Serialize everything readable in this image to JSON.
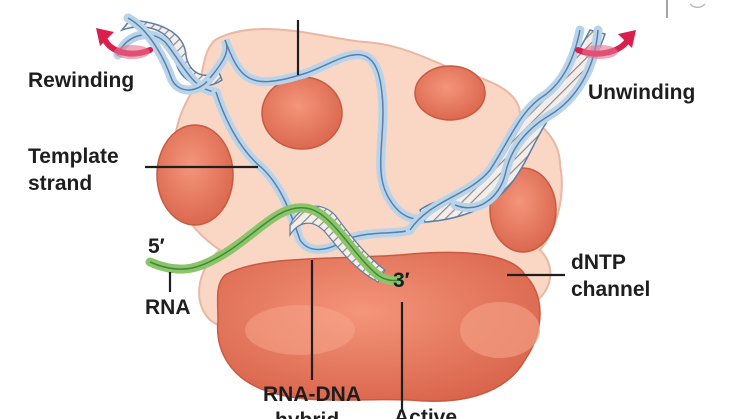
{
  "labels": {
    "rewinding": "Rewinding",
    "unwinding": "Unwinding",
    "template_strand": [
      "Template",
      "strand"
    ],
    "five_prime": "5′",
    "three_prime": "3′",
    "rna": "RNA",
    "dntp_channel": [
      "dNTP",
      "channel"
    ],
    "rna_dna_hybrid": [
      "RNA-DNA",
      "hybrid"
    ],
    "active_site": "Active"
  },
  "colors": {
    "enzyme_body": "#f9d3c1",
    "enzyme_outline": "#e3a590",
    "lobe": "#ee8266",
    "lobe_dark": "#d8624a",
    "dna_backbone": "#b8d4ea",
    "dna_outline": "#5b7fa6",
    "rna_strand": "#8cc46a",
    "rna_outline": "#3f8a3a",
    "arrow": "#d81f4e",
    "leader_line": "#1e1e1e"
  }
}
